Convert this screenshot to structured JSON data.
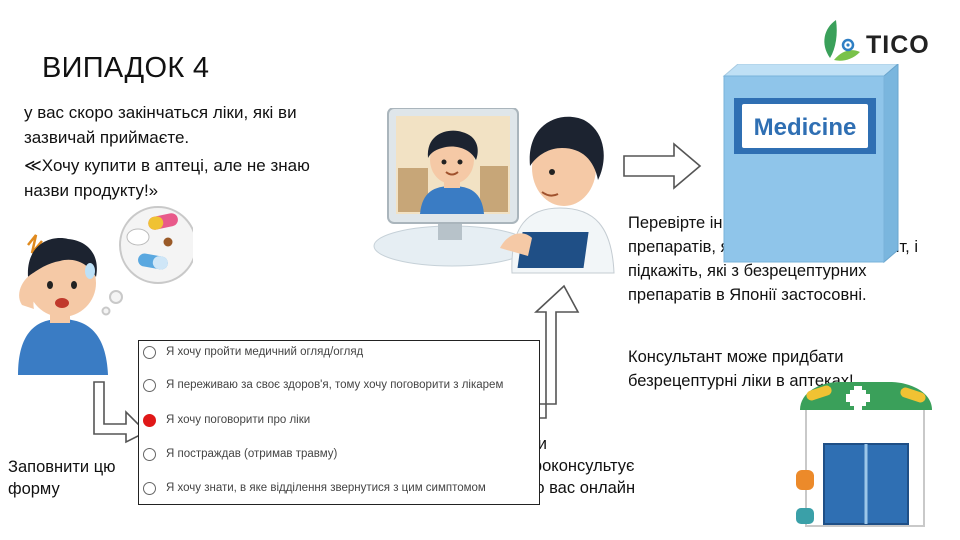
{
  "title": "ВИПАДОК 4",
  "intro": "у вас скоро закінчаться ліки, які ви зазвичай приймаєте.",
  "quote": "≪Хочу купити в аптеці, але не знаю назви продукту!»",
  "explanation": "Перевірте інгредієнти генеричних препаратів, які приймає консультант, і підкажіть, які з безрецептурних препаратів в Японії застосовні.",
  "consultant_note": "Консультант  може придбати безрецептурні ліки в аптеках!",
  "fill_form": "Заповнити цю форму",
  "online_consult": "Ми проконсультує мо вас онлайн",
  "logo": {
    "text": "TICO"
  },
  "medicine_box_label": "Medicine",
  "form": {
    "selected_index": 2,
    "options": [
      "Я хочу пройти медичний огляд/огляд",
      "Я переживаю за своє здоров'я, тому хочу поговорити з лікарем",
      "Я хочу поговорити про ліки",
      "Я постраждав (отримав травму)",
      "Я хочу знати, в яке відділення звернутися з цим симптомом"
    ]
  },
  "colors": {
    "selected_radio": "#e01818",
    "medicine_box": "#8fc5ea",
    "pharmacy_green": "#3aa05a"
  }
}
